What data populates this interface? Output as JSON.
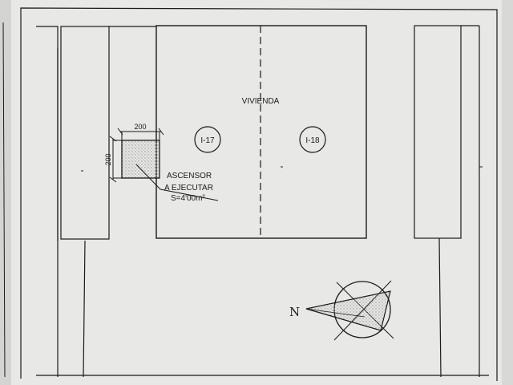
{
  "drawing": {
    "main_label": "VIVIENDA",
    "unit_left": "I-17",
    "unit_right": "I-18",
    "dim_width": "200",
    "dim_height": "200",
    "elevator_line1": "ASCENSOR",
    "elevator_line2": "A EJECUTAR",
    "elevator_area": "S=4'00m²",
    "north": "N"
  },
  "colors": {
    "paper": "#e6e6e4",
    "ink": "#1a1a1a",
    "hatch": "#9a9a9a"
  }
}
